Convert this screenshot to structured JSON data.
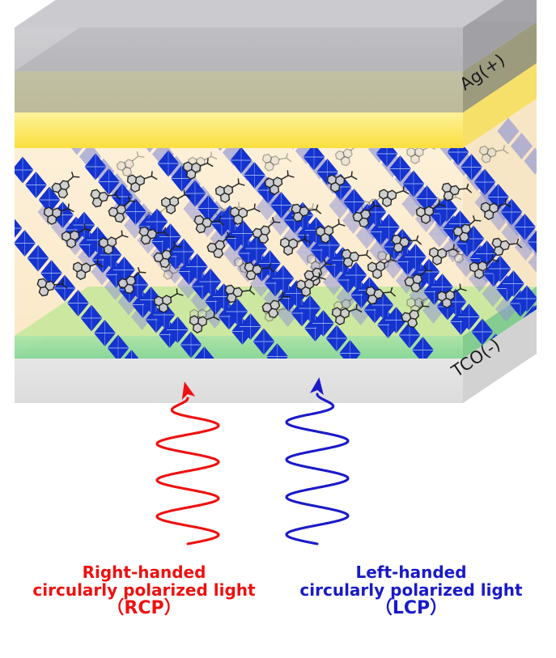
{
  "figure": {
    "type": "device-schematic",
    "title": "Chiral perovskite solar cell device stack with circularly polarized light",
    "background": "#ffffff"
  },
  "device": {
    "electrodes": {
      "top": {
        "label": "Ag(+)",
        "material": "Ag",
        "polarity": "+",
        "color": "#b8b8bc"
      },
      "bottom": {
        "label": "TCO(-)",
        "material": "TCO",
        "polarity": "-",
        "color": "#7fd48a"
      }
    },
    "layers": [
      {
        "name": "silver-electrode",
        "label": "Ag(+)",
        "color": "#b9b9bd"
      },
      {
        "name": "transport-layer",
        "label": "",
        "color": "#c3c08a"
      },
      {
        "name": "hole-transport-layer",
        "label": "",
        "color": "#fbe14f"
      },
      {
        "name": "chiral-perovskite-layer",
        "label": "",
        "color": "#fbecd0"
      },
      {
        "name": "tco-electrode",
        "label": "TCO(-)",
        "color": "#8ed98f"
      },
      {
        "name": "glass-substrate",
        "label": "",
        "color": "#e2e2e2"
      }
    ]
  },
  "perovskite": {
    "octahedra_color_front": "#1433cf",
    "octahedra_color_back": "#8d8fd2",
    "octahedra_edge_color": "#9fb6f0",
    "molecule_fill": "#cfcfcf",
    "molecule_stroke": "#1d1d1d",
    "molecule_name": "naphthylethylammonium-cation",
    "chain_count": 9,
    "description": "edge-sharing metal-halide octahedra chains with chiral organic spacer cations"
  },
  "light": {
    "rcp": {
      "name": "right-handed-circularly-polarized-light",
      "color": "#ee1111",
      "handedness": "right",
      "turns": 4,
      "arrow": "up"
    },
    "lcp": {
      "name": "left-handed-circularly-polarized-light",
      "color": "#1a1ac8",
      "handedness": "left",
      "turns": 4,
      "arrow": "up"
    }
  },
  "captions": {
    "rcp": {
      "line1": "Right-handed",
      "line2": "circularly polarized light",
      "line3": "（RCP）",
      "color": "#ee1111"
    },
    "lcp": {
      "line1": "Left-handed",
      "line2": "circularly polarized light",
      "line3": "（LCP）",
      "color": "#1a1ac8"
    }
  }
}
